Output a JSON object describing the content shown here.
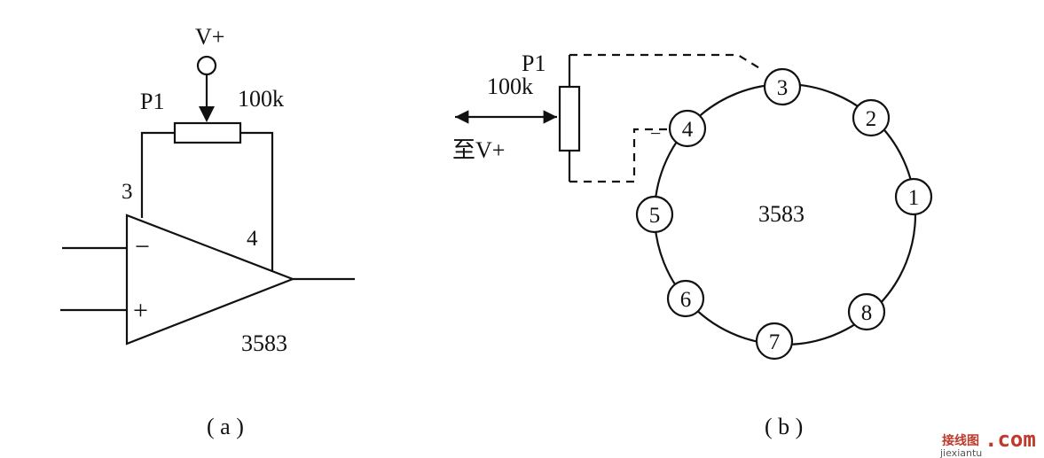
{
  "figure_a": {
    "supply_label": "V+",
    "pot_name": "P1",
    "pot_value": "100k",
    "pin3": "3",
    "pin4": "4",
    "minus": "−",
    "plus": "+",
    "chip": "3583",
    "caption": "( a )"
  },
  "figure_b": {
    "pot_name": "P1",
    "pot_value": "100k",
    "to_supply": "至V+",
    "chip": "3583",
    "dash_mark": "−",
    "pins": [
      "1",
      "2",
      "3",
      "4",
      "5",
      "6",
      "7",
      "8"
    ],
    "caption": "( b )"
  },
  "watermark": {
    "brand": "接线图",
    "domain": ".com",
    "site": "jiexiantu"
  }
}
